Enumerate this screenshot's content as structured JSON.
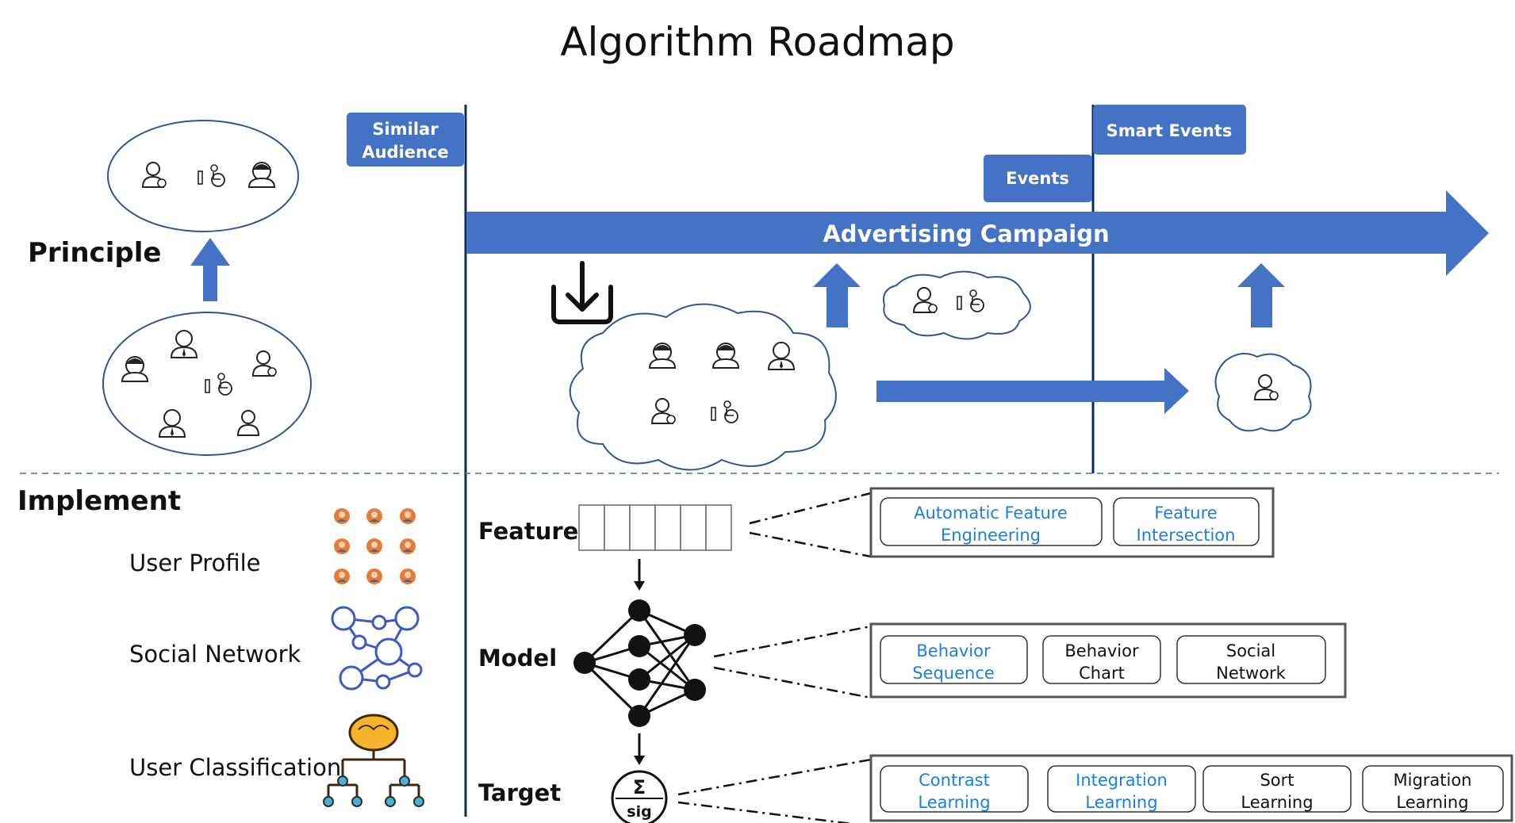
{
  "title": "Algorithm Roadmap",
  "sections": {
    "principle": "Principle",
    "implement": "Implement"
  },
  "timeline": {
    "similar_audience": [
      "Similar",
      "Audience"
    ],
    "events": "Events",
    "smart_events": "Smart Events",
    "campaign": "Advertising Campaign"
  },
  "implement_items": {
    "user_profile": "User Profile",
    "social_network": "Social Network",
    "user_classification": "User Classification"
  },
  "pipeline": {
    "feature": "Feature",
    "model": "Model",
    "target": "Target",
    "sigma": "Σ",
    "sig": "sig"
  },
  "feature_tags": [
    {
      "lines": [
        "Automatic Feature",
        "Engineering"
      ],
      "highlight": true
    },
    {
      "lines": [
        "Feature",
        "Intersection"
      ],
      "highlight": true
    }
  ],
  "model_tags": [
    {
      "lines": [
        "Behavior",
        "Sequence"
      ],
      "highlight": true
    },
    {
      "lines": [
        "Behavior",
        "Chart"
      ],
      "highlight": false
    },
    {
      "lines": [
        "Social",
        "Network"
      ],
      "highlight": false
    }
  ],
  "target_tags": [
    {
      "lines": [
        "Contrast",
        "Learning"
      ],
      "highlight": true
    },
    {
      "lines": [
        "Integration",
        "Learning"
      ],
      "highlight": true
    },
    {
      "lines": [
        "Sort",
        "Learning"
      ],
      "highlight": false
    },
    {
      "lines": [
        "Migration",
        "Learning"
      ],
      "highlight": false
    }
  ],
  "colors": {
    "blue": "#4472c4",
    "dark_navy": "#0d2a5c",
    "highlight_text": "#1a7fe0",
    "frame": "#555555"
  },
  "icons": {
    "person": "person-icon",
    "cloud": "cloud-icon",
    "download": "download-tray-icon",
    "network": "social-network-icon",
    "tree": "classification-tree-icon",
    "neural": "neural-network-icon"
  }
}
